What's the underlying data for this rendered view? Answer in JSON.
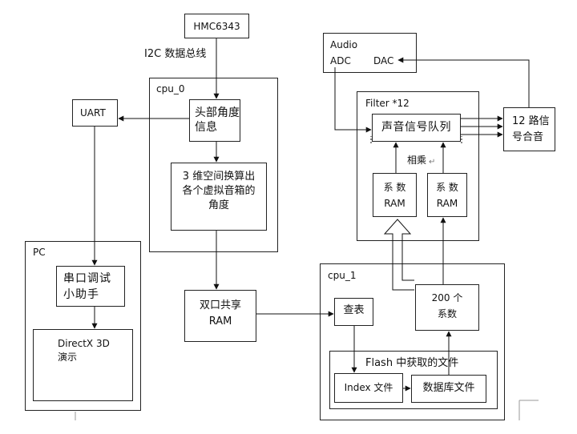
{
  "nodes": {
    "hmc6343": "HMC6343",
    "i2c_bus": "I2C 数据总线",
    "cpu0": "cpu_0",
    "head_angle": "头部角度\n信息",
    "convert": "3 维空间换算出\n各个虚拟音箱的\n角度",
    "uart": "UART",
    "pc": "PC",
    "serial_helper": "串口调试\n小助手",
    "directx": "DirectX 3D\n演示",
    "dual_ram": "双口共享\nRAM",
    "cpu1": "cpu_1",
    "lookup": "查表",
    "coef200": "200 个\n系数",
    "flash": "Flash 中获取的文件",
    "index_file": "Index 文件",
    "db_file": "数据库文件",
    "audio": "Audio",
    "adc": "ADC",
    "dac": "DAC",
    "filter": "Filter *12",
    "queue": "声音信号队列",
    "multiply": "相乘",
    "coef_ram_1": "系 数\nRAM",
    "coef_ram_2": "系 数\nRAM",
    "mix": "12 路信\n号合音"
  }
}
